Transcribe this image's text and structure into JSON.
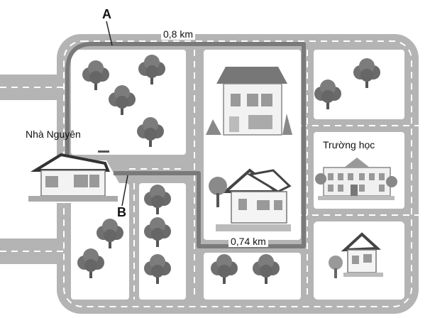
{
  "labels": {
    "point_a": "A",
    "point_b": "B",
    "dist_top": "0,8 km",
    "dist_bottom": "0,74 km",
    "home": "Nhà Nguyên",
    "school": "Trường học"
  },
  "colors": {
    "road": "#b4b4b4",
    "road_edge": "#9a9a9a",
    "dash": "#ffffff",
    "route": "#7a7a7a",
    "tree": "#707070",
    "trunk": "#555555",
    "block": "#ffffff"
  }
}
